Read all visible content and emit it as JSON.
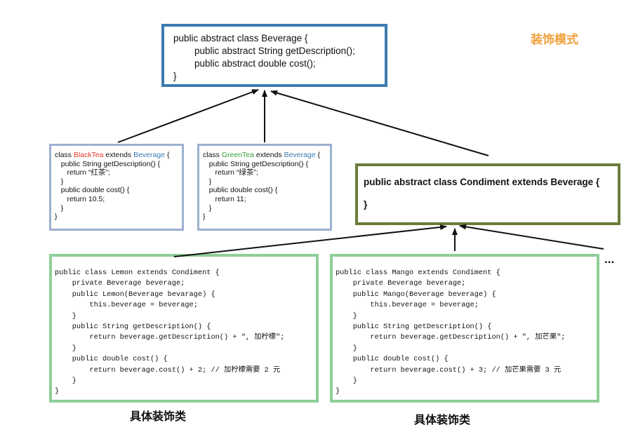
{
  "title": "装饰模式",
  "beverage": {
    "lines": [
      "public abstract class Beverage {",
      "        public abstract String getDescription();",
      "        public abstract double cost();",
      "}"
    ]
  },
  "black_tea": {
    "decl_prefix": "class ",
    "decl_name": "BlackTea",
    "decl_middle": " extends ",
    "decl_parent": "Beverage",
    "decl_suffix": " {",
    "lines": [
      "   public String getDescription() {",
      "      return “红茶”;",
      "   }",
      "   public double cost() {",
      "      return 10.5;",
      "   }",
      "}"
    ]
  },
  "green_tea": {
    "decl_prefix": "class ",
    "decl_name": "GreenTea",
    "decl_middle": " extends ",
    "decl_parent": "Beverage",
    "decl_suffix": " {",
    "lines": [
      "   public String getDescription() {",
      "      return “绿茶”;",
      "   }",
      "   public double cost() {",
      "      return 11;",
      "   }",
      "}"
    ]
  },
  "condiment": {
    "header": "public abstract class Condiment extends Beverage {",
    "close": "}"
  },
  "lemon": {
    "lines": [
      "public class Lemon extends Condiment {",
      "    private Beverage beverage;",
      "    public Lemon(Beverage bevarage) {",
      "        this.beverage = beverage;",
      "    }",
      "    public String getDescription() {",
      "        return beverage.getDescription() + “, 加柠檬\";",
      "    }",
      "    public double cost() {",
      "        return beverage.cost() + 2; // 加柠檬需要 2 元",
      "    }",
      "}"
    ]
  },
  "mango": {
    "lines": [
      "public class Mango extends Condiment {",
      "    private Beverage beverage;",
      "    public Mango(Beverage beverage) {",
      "        this.beverage = beverage;",
      "    }",
      "    public String getDescription() {",
      "        return beverage.getDescription() + \", 加芒果\";",
      "    }",
      "    public double cost() {",
      "        return beverage.cost() + 3; // 加芒果需要 3 元",
      "    }",
      "}"
    ]
  },
  "caption_left": "具体装饰类",
  "caption_right": "具体装饰类",
  "more": "...",
  "colors": {
    "beverage_border": "#3b7bb0",
    "tea_border": "#9db0d0",
    "condiment_border": "#6b7d3b",
    "decorator_border": "#8fcf98",
    "title": "#f0a03c",
    "black_tea_name": "#e23b2a",
    "green_tea_name": "#3a9e3a",
    "parent_name": "#3b7bb0"
  }
}
